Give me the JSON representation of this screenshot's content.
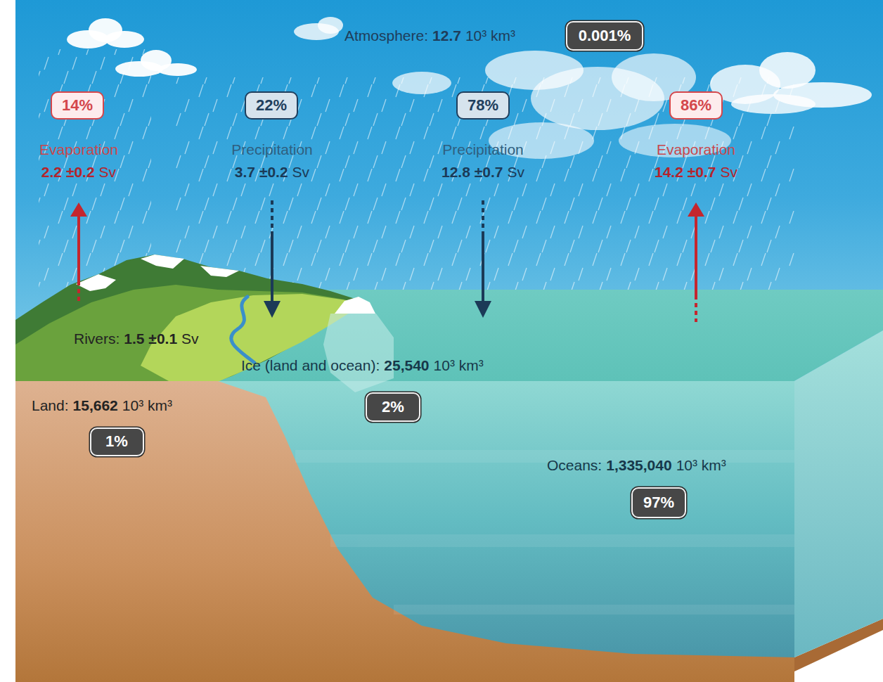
{
  "diagram": {
    "nodes": [
      {
        "text": [
          "0.001%"
        ]
      },
      {
        "text": [
          "14%"
        ]
      },
      {
        "text": [
          "22%"
        ]
      },
      {
        "text": [
          "78%"
        ]
      },
      {
        "text": [
          "86%"
        ]
      },
      {
        "text": [
          "2%"
        ]
      },
      {
        "text": [
          "1%"
        ]
      },
      {
        "text": [
          "97%"
        ]
      }
    ],
    "labels": [
      "Atmosphere:",
      "12.7",
      "10³ km³",
      "Evaporation",
      "2.2 ±0.2",
      "Sv",
      "Precipitation",
      "3.7 ±0.2",
      "Sv",
      "Precipitation",
      "12.8 ±0.7",
      "Sv",
      "Evaporation",
      "14.2 ±0.7",
      "Sv",
      "Rivers:",
      "1.5 ±0.1",
      "Sv",
      "Ice (land and ocean):",
      "25,540",
      "10³ km³",
      "Land:",
      "15,662",
      "10³ km³",
      "Oceans:",
      "1,335,040",
      "10³ km³"
    ]
  }
}
